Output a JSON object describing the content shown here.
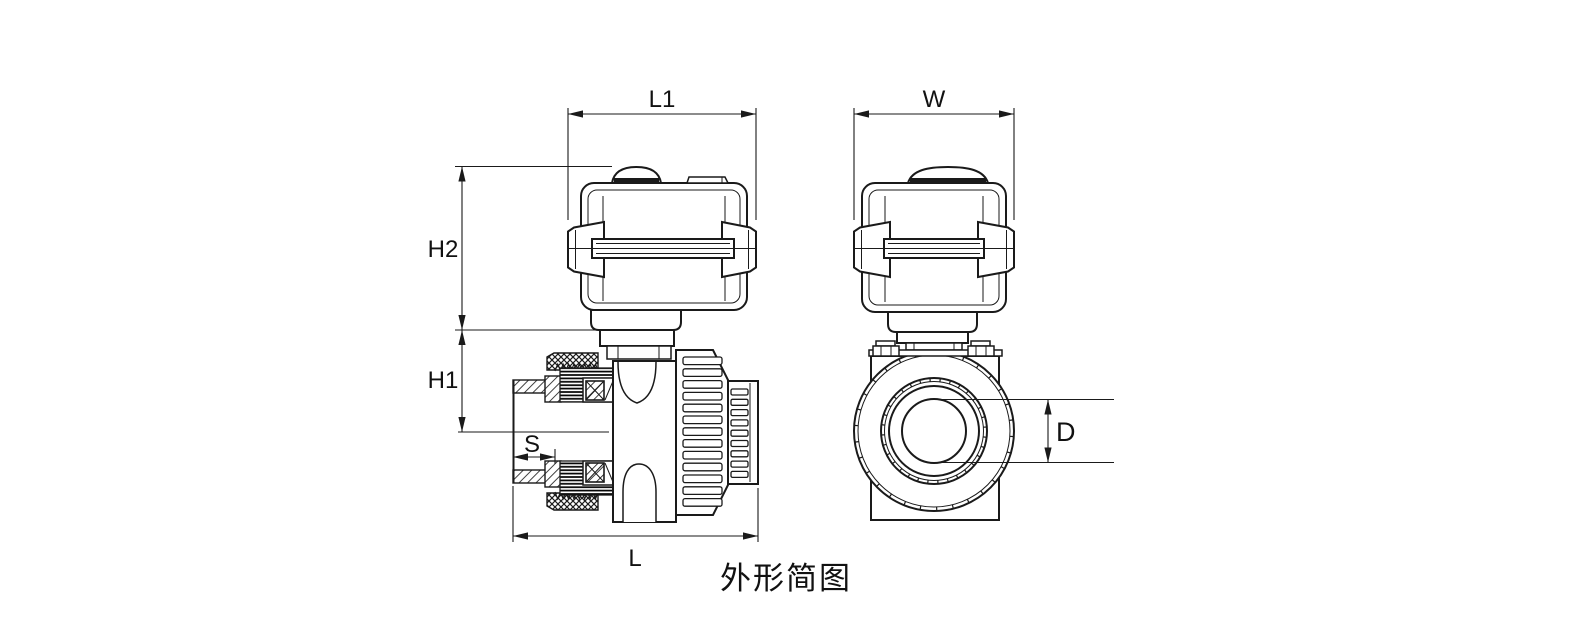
{
  "drawing": {
    "caption": "外形简图",
    "dimension_labels": {
      "l1": "L1",
      "w": "W",
      "h2": "H2",
      "h1": "H1",
      "s": "S",
      "l": "L",
      "d": "D"
    }
  },
  "colors": {
    "line": "#1a1a1a",
    "background": "#ffffff"
  }
}
